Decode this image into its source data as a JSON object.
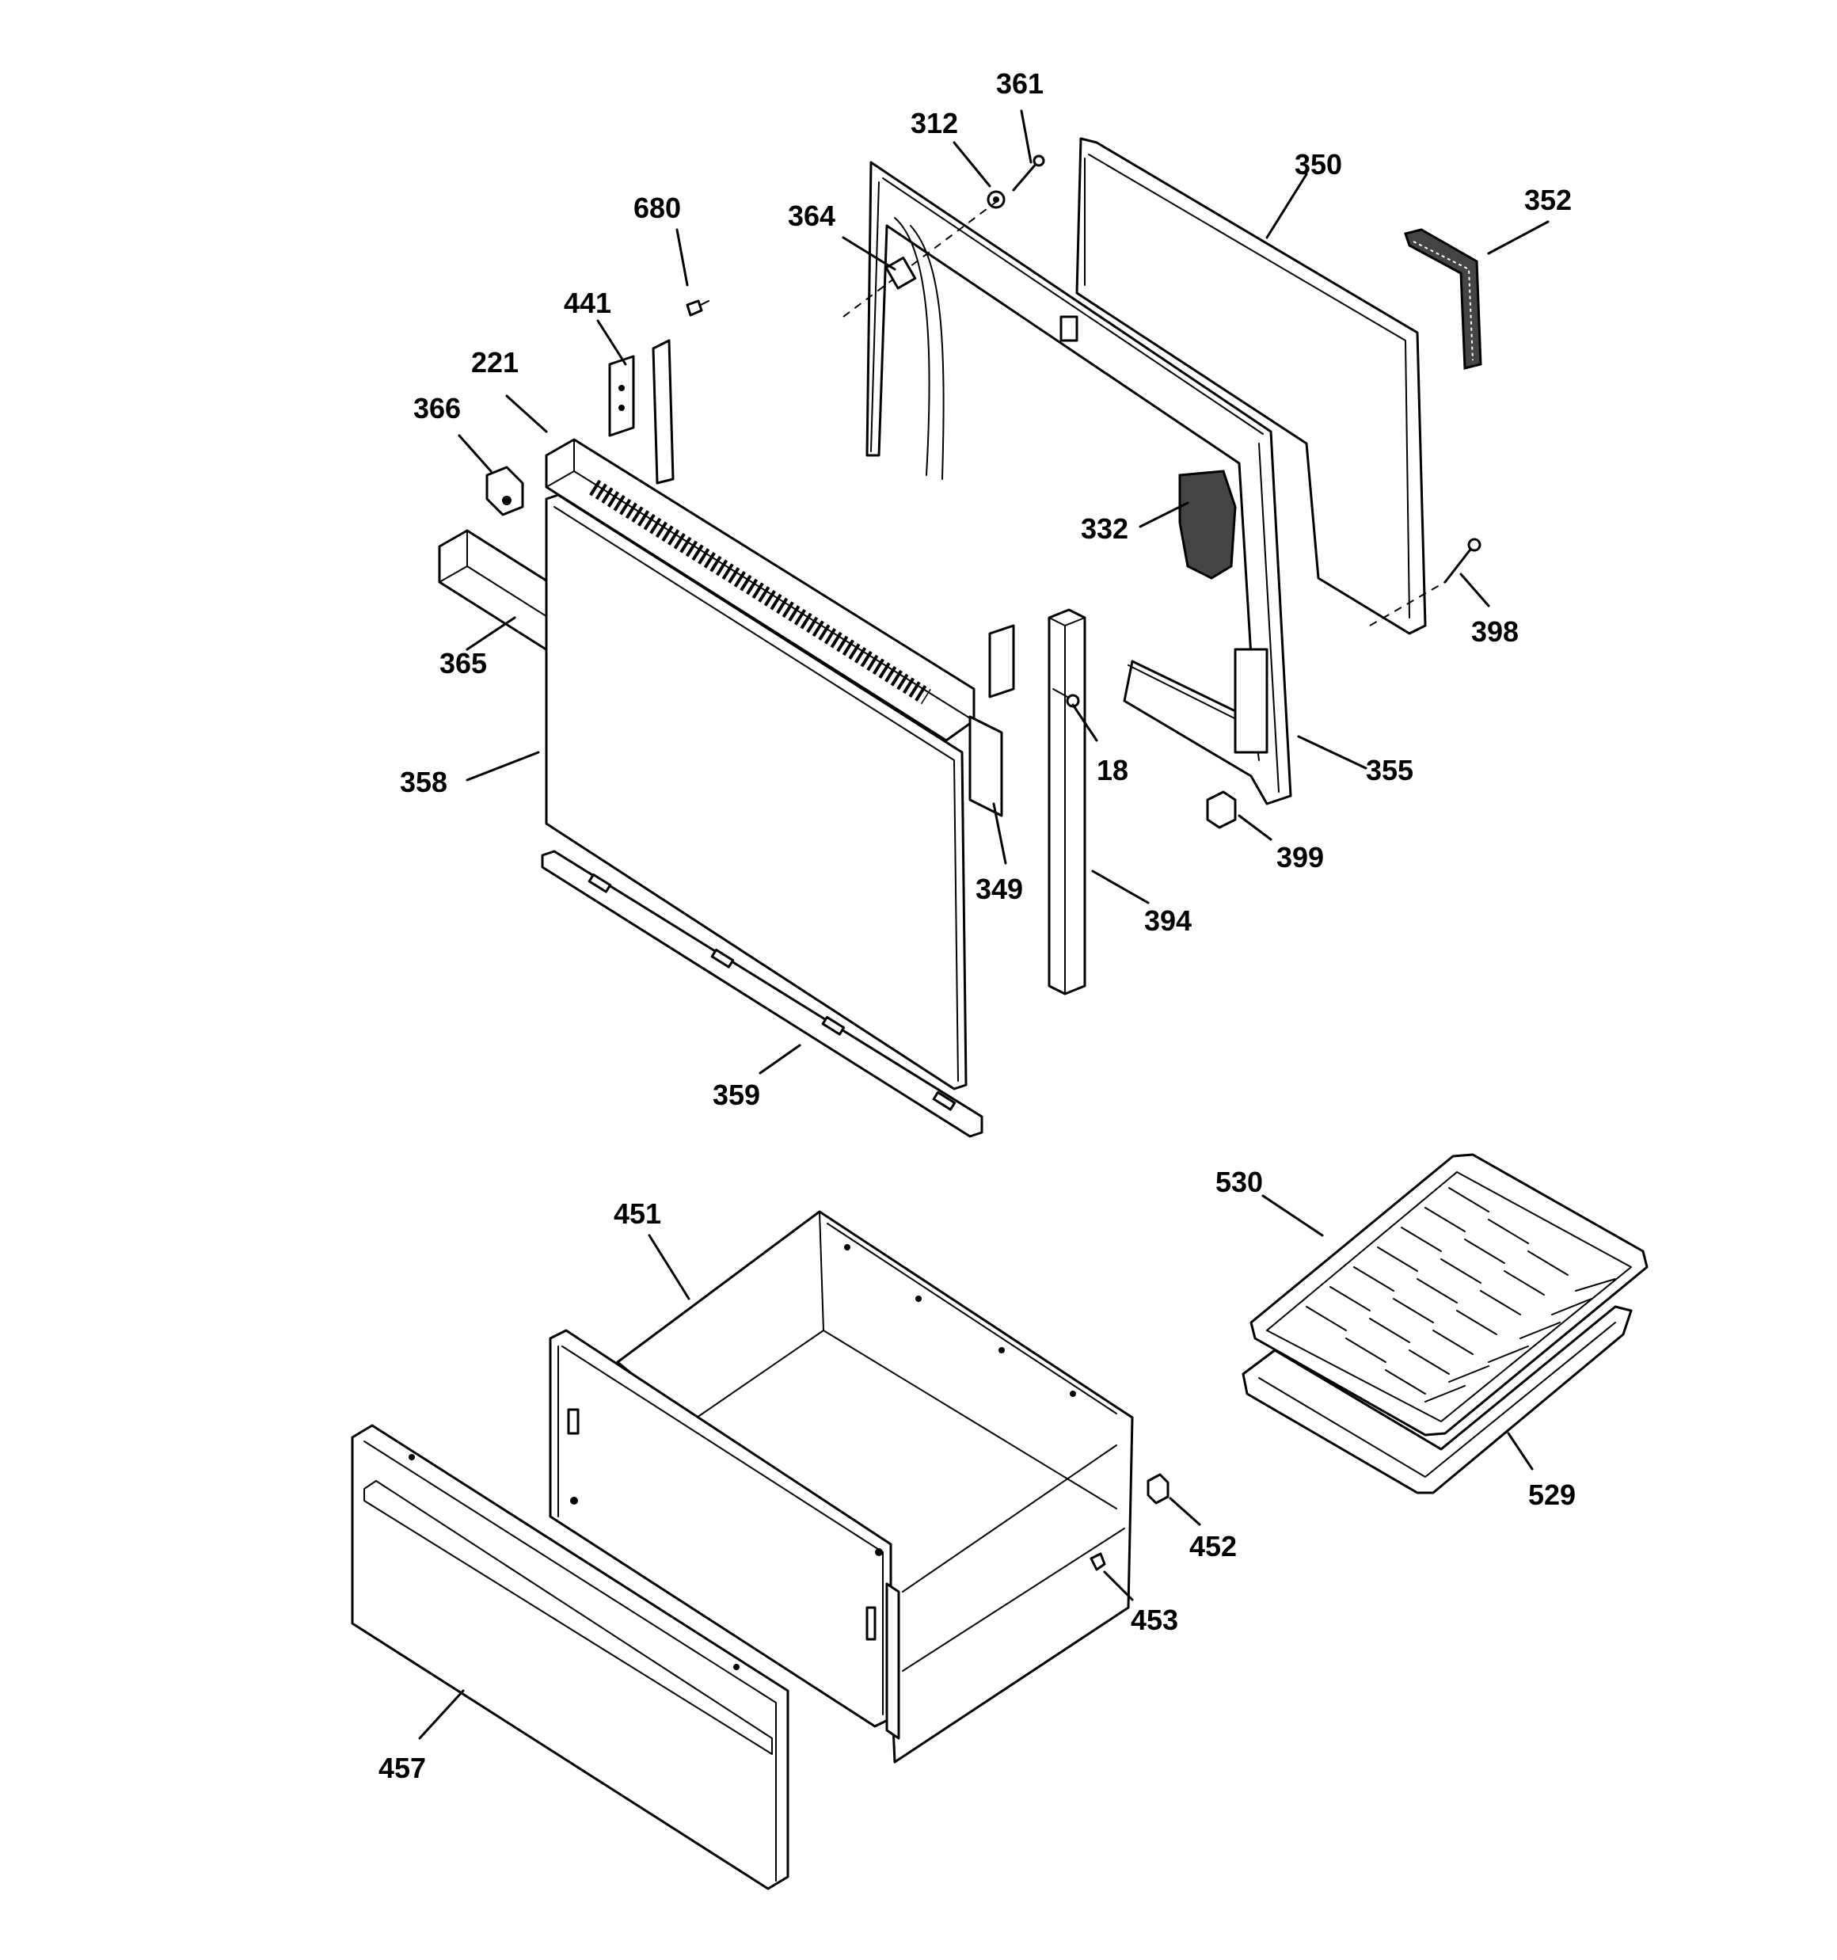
{
  "labels": {
    "p361": "361",
    "p312": "312",
    "p350": "350",
    "p352": "352",
    "p680": "680",
    "p364": "364",
    "p441": "441",
    "p221": "221",
    "p366": "366",
    "p332": "332",
    "p398": "398",
    "p365": "365",
    "p18": "18",
    "p355": "355",
    "p358": "358",
    "p399": "399",
    "p349": "349",
    "p394": "394",
    "p359": "359",
    "p530": "530",
    "p451": "451",
    "p529": "529",
    "p452": "452",
    "p453": "453",
    "p457": "457"
  }
}
